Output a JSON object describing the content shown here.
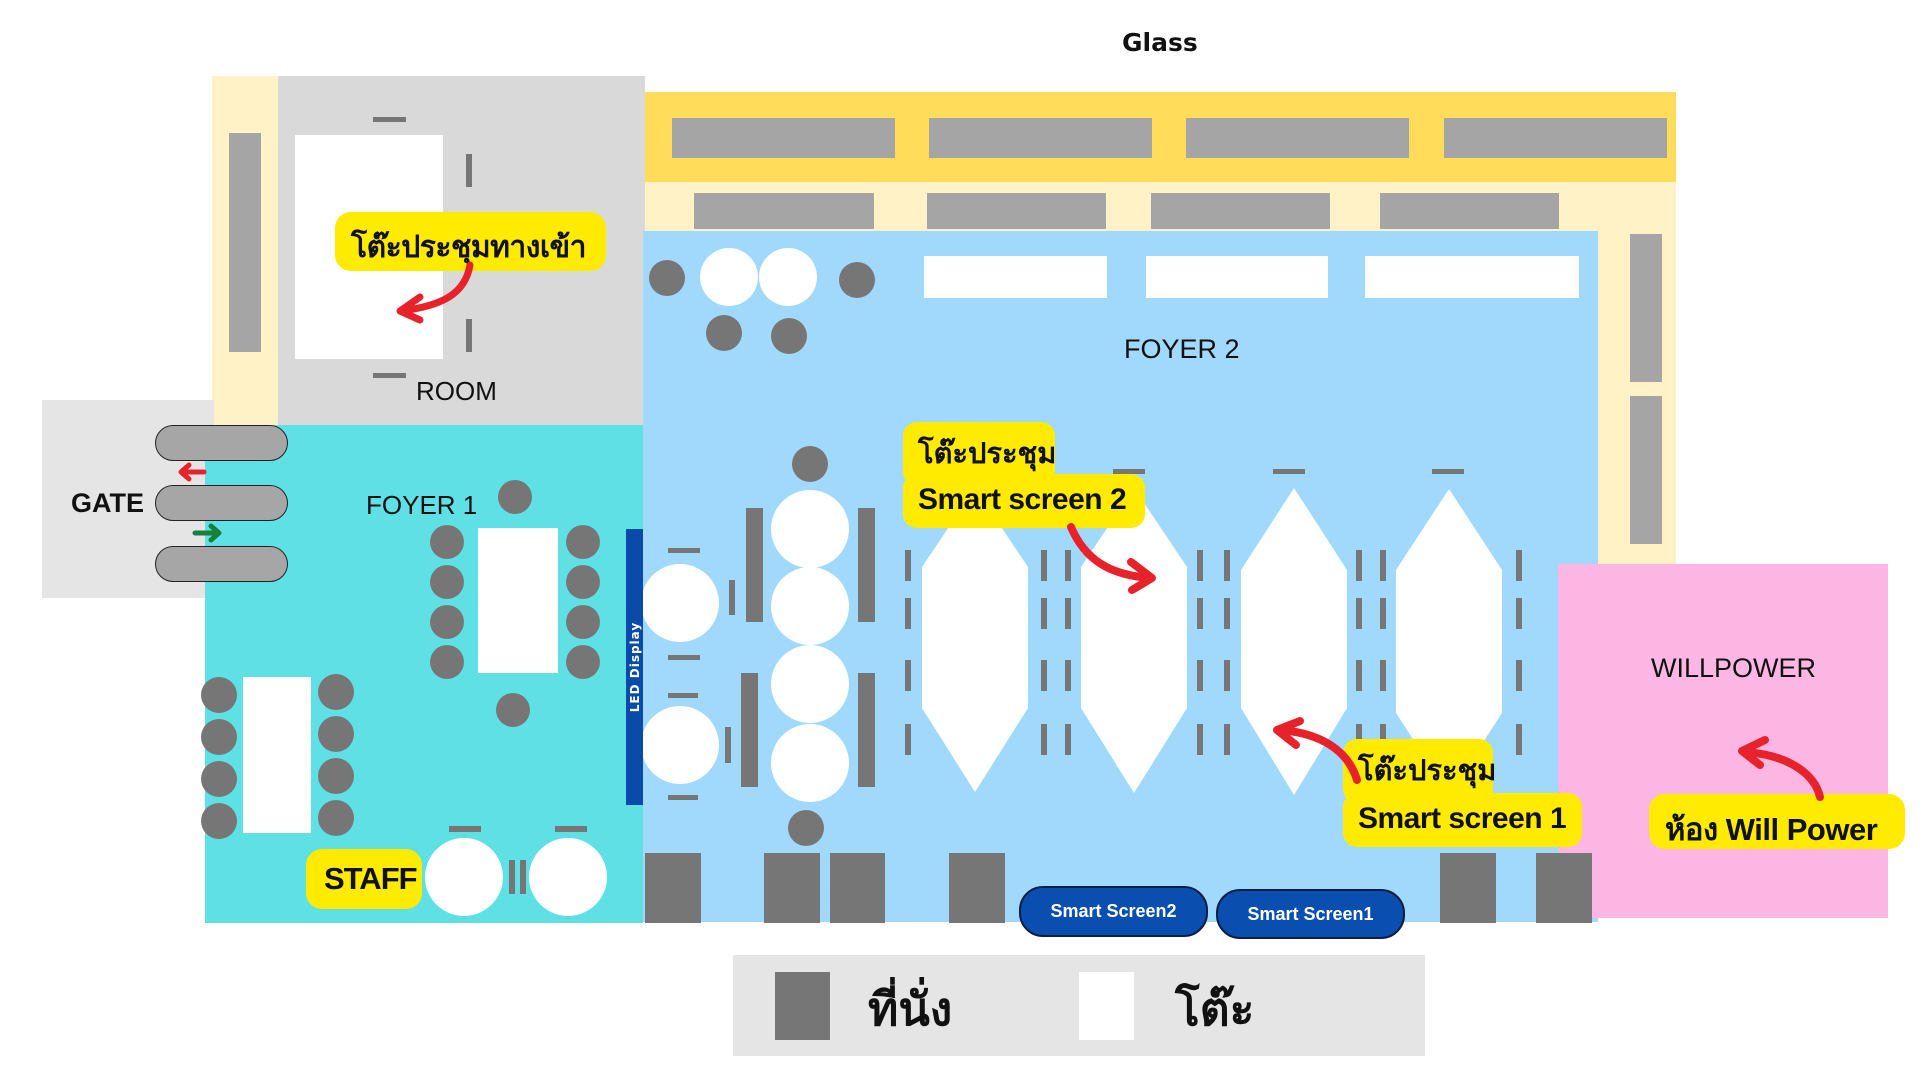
{
  "plan": {
    "glass_label": "Glass",
    "room": {
      "name": "ROOM",
      "callout": "โต๊ะประชุมทางเข้า"
    },
    "gate": {
      "name": "GATE",
      "exit_arrow": "arrow-left-icon",
      "entry_arrow": "arrow-right-icon"
    },
    "foyer1": {
      "name": "FOYER 1",
      "staff_label": "STAFF",
      "led_label": "LED Display"
    },
    "foyer2": {
      "name": "FOYER 2",
      "callout_ss2": {
        "line1": "โต๊ะประชุม",
        "line2": "Smart screen 2"
      },
      "callout_ss1": {
        "line1": "โต๊ะประชุม",
        "line2": "Smart screen 1"
      },
      "screens": [
        "Smart Screen2",
        "Smart Screen1"
      ]
    },
    "willpower": {
      "name": "WILLPOWER",
      "callout": "ห้อง Will Power"
    }
  },
  "legend": {
    "items": [
      {
        "label": "ที่นั่ง",
        "meaning": "seat",
        "color": "#767676"
      },
      {
        "label": "โต๊ะ",
        "meaning": "table",
        "color": "#ffffff"
      }
    ]
  },
  "colors": {
    "room": "#d9d9d9",
    "gate": "#e5e5e5",
    "foyer1": "#5fe0e4",
    "foyer2": "#a0d9fb",
    "willpower": "#fcb6e3",
    "glass_band": "#ffdc5a",
    "wall_strip": "#fff2c6",
    "callout": "#ffeb00",
    "arrow_red": "#e8222a",
    "arrow_green": "#18803a",
    "screen_blue": "#0a4fb0",
    "led_blue": "#0a4aa8"
  }
}
